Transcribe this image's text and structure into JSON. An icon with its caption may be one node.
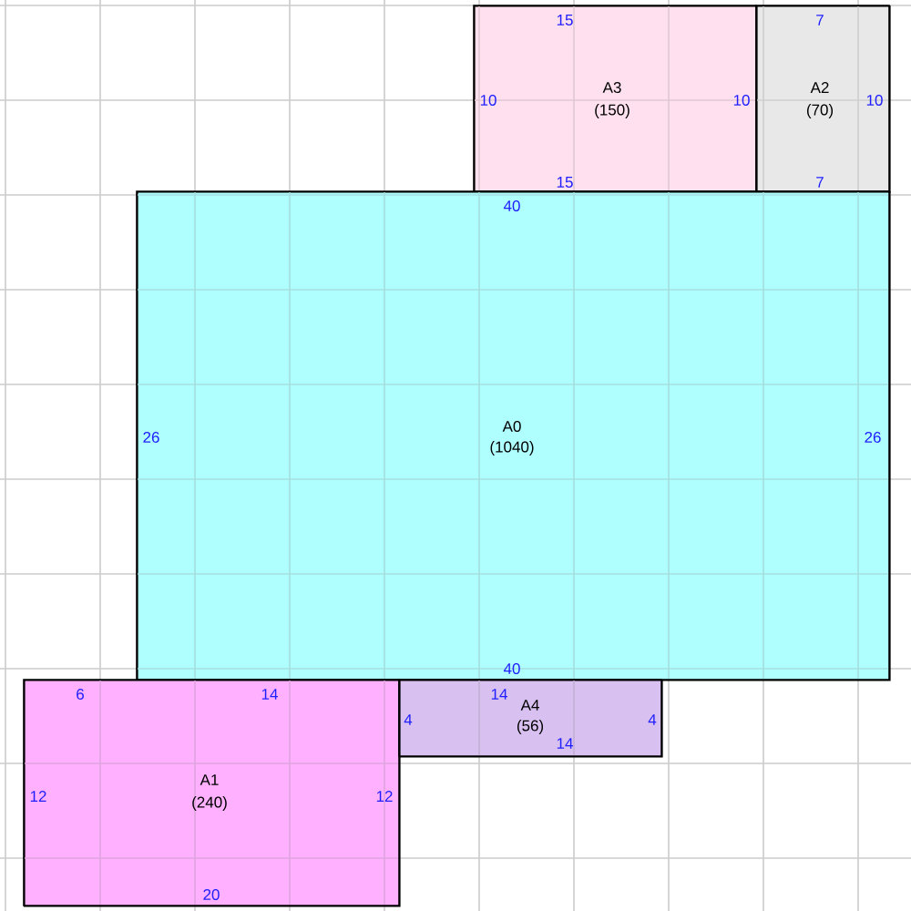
{
  "diagram": {
    "nodes": [
      {
        "text": [
          "15",
          "10",
          "A3",
          "(150)",
          "10",
          "15"
        ]
      },
      {
        "text": [
          "7",
          "A2",
          "(70)",
          "10",
          "7"
        ]
      },
      {
        "text": [
          "40",
          "26",
          "A0",
          "(1040)",
          "26",
          "40"
        ]
      },
      {
        "text": [
          "6",
          "14",
          "12",
          "A1",
          "(240)",
          "12",
          "20"
        ]
      },
      {
        "text": [
          "14",
          "4",
          "A4",
          "(56)",
          "4",
          "14"
        ]
      }
    ]
  }
}
